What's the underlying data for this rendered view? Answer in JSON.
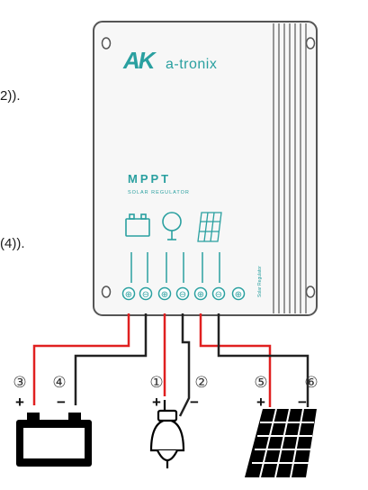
{
  "page": {
    "fragment_top": "2)).",
    "fragment_mid": "(4))."
  },
  "controller": {
    "brand": "a-tronix",
    "logo_text": "AK",
    "model": "MPPT",
    "subtitle": "SOLAR REGULATOR",
    "side_label": "Solar Regulator",
    "terminal_symbols": [
      "⊕",
      "⊖",
      "⊕",
      "⊖",
      "⊕",
      "⊖",
      "⊕"
    ],
    "colors": {
      "body": "#f7f7f7",
      "outline": "#555555",
      "accent": "#2aa0a0",
      "wire_positive": "#e02020",
      "wire_negative": "#222222"
    }
  },
  "connections": [
    {
      "num": "③",
      "sign": "+",
      "device": "battery"
    },
    {
      "num": "④",
      "sign": "−",
      "device": "battery"
    },
    {
      "num": "①",
      "sign": "+",
      "device": "load"
    },
    {
      "num": "②",
      "sign": "−",
      "device": "load"
    },
    {
      "num": "⑤",
      "sign": "+",
      "device": "solar-panel"
    },
    {
      "num": "⑥",
      "sign": "−",
      "device": "solar-panel"
    }
  ]
}
